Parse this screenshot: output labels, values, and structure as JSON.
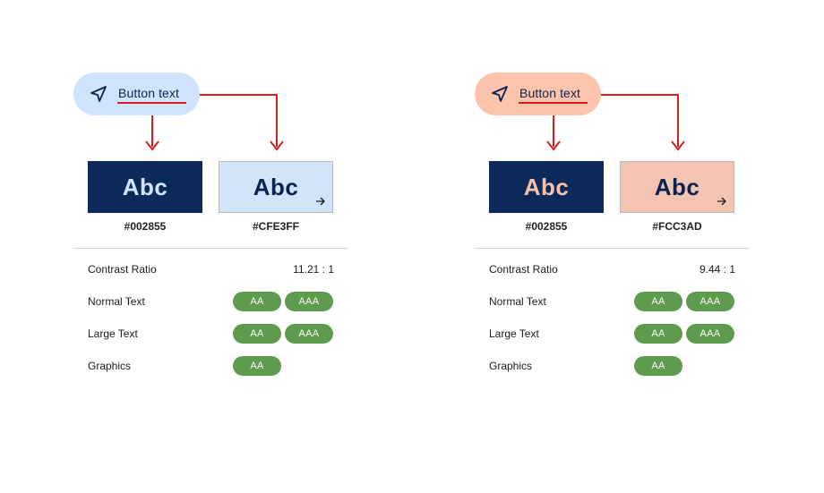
{
  "panels": [
    {
      "button": {
        "label": "Button text",
        "bg_color": "#CFE3FF",
        "icon": "navigation-arrow-icon"
      },
      "swatches": [
        {
          "sample": "Abc",
          "hex": "#002855",
          "bg_color": "#0B2A5B",
          "text_color": "#D2E4FF"
        },
        {
          "sample": "Abc",
          "hex": "#CFE3FF",
          "bg_color": "#D2E4FA",
          "text_color": "#0B2350",
          "corner_icon": "arrow-right-icon"
        }
      ],
      "contrast": {
        "label": "Contrast Ratio",
        "value": "11.21 : 1"
      },
      "rows": [
        {
          "label": "Normal Text",
          "badges": [
            "AA",
            "AAA"
          ]
        },
        {
          "label": "Large Text",
          "badges": [
            "AA",
            "AAA"
          ]
        },
        {
          "label": "Graphics",
          "badges": [
            "AA"
          ]
        }
      ]
    },
    {
      "button": {
        "label": "Button text",
        "bg_color": "#FCC3AD",
        "icon": "navigation-arrow-icon"
      },
      "swatches": [
        {
          "sample": "Abc",
          "hex": "#002855",
          "bg_color": "#0B2A5B",
          "text_color": "#F5C1AD"
        },
        {
          "sample": "Abc",
          "hex": "#FCC3AD",
          "bg_color": "#F2C4B1",
          "text_color": "#0B2350",
          "corner_icon": "arrow-right-icon"
        }
      ],
      "contrast": {
        "label": "Contrast Ratio",
        "value": "9.44 : 1"
      },
      "rows": [
        {
          "label": "Normal Text",
          "badges": [
            "AA",
            "AAA"
          ]
        },
        {
          "label": "Large Text",
          "badges": [
            "AA",
            "AAA"
          ]
        },
        {
          "label": "Graphics",
          "badges": [
            "AA"
          ]
        }
      ]
    }
  ],
  "colors": {
    "pointer_line": "#D91E1E",
    "pass_badge": "#5F9B4F",
    "divider": "#D6D6D6"
  }
}
